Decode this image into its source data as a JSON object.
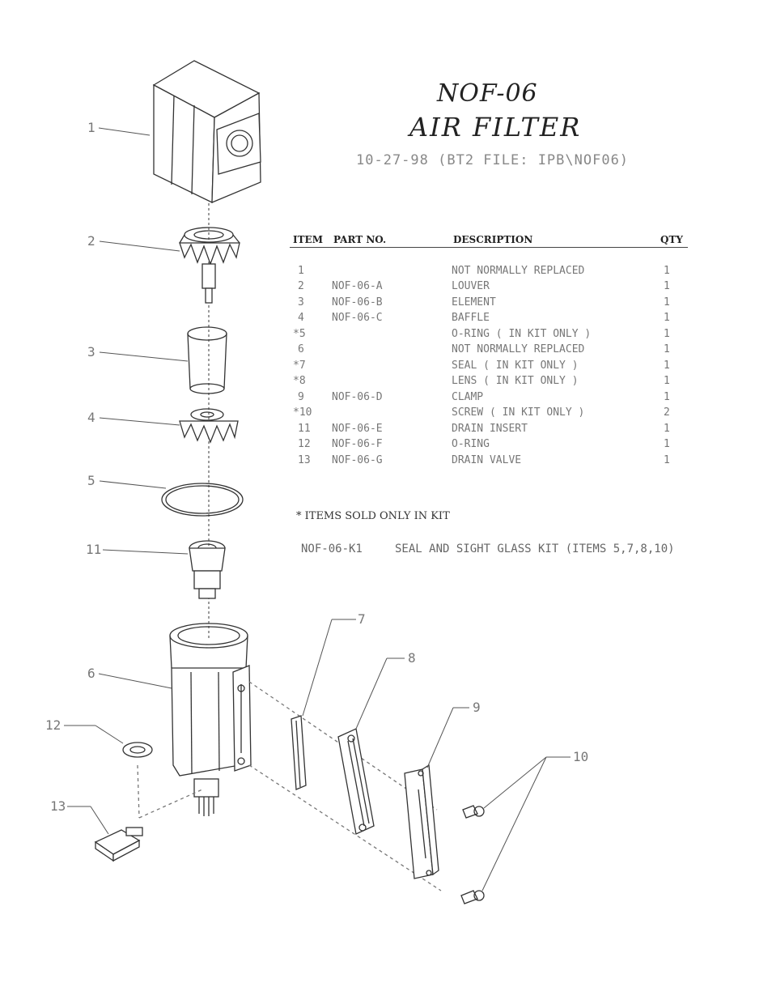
{
  "title": {
    "model": "NOF-06",
    "name": "AIR FILTER",
    "subtitle": "10-27-98  (BT2 FILE: IPB\\NOF06)"
  },
  "table": {
    "headers": {
      "item": "ITEM",
      "part": "PART NO.",
      "desc": "DESCRIPTION",
      "qty": "QTY"
    },
    "rows": [
      {
        "item": "1",
        "part": "",
        "desc": "NOT NORMALLY REPLACED",
        "qty": "1"
      },
      {
        "item": "2",
        "part": "NOF-06-A",
        "desc": "LOUVER",
        "qty": "1"
      },
      {
        "item": "3",
        "part": "NOF-06-B",
        "desc": "ELEMENT",
        "qty": "1"
      },
      {
        "item": "4",
        "part": "NOF-06-C",
        "desc": "BAFFLE",
        "qty": "1"
      },
      {
        "item": "*5",
        "part": "",
        "desc": "O-RING ( IN KIT ONLY )",
        "qty": "1"
      },
      {
        "item": "6",
        "part": "",
        "desc": "NOT NORMALLY REPLACED",
        "qty": "1"
      },
      {
        "item": "*7",
        "part": "",
        "desc": "SEAL ( IN KIT ONLY )",
        "qty": "1"
      },
      {
        "item": "*8",
        "part": "",
        "desc": "LENS ( IN KIT ONLY )",
        "qty": "1"
      },
      {
        "item": "9",
        "part": "NOF-06-D",
        "desc": "CLAMP",
        "qty": "1"
      },
      {
        "item": "*10",
        "part": "",
        "desc": "SCREW ( IN KIT ONLY )",
        "qty": "2"
      },
      {
        "item": "11",
        "part": "NOF-06-E",
        "desc": "DRAIN INSERT",
        "qty": "1"
      },
      {
        "item": "12",
        "part": "NOF-06-F",
        "desc": "O-RING",
        "qty": "1"
      },
      {
        "item": "13",
        "part": "NOF-06-G",
        "desc": "DRAIN VALVE",
        "qty": "1"
      }
    ]
  },
  "note": "* ITEMS SOLD ONLY IN KIT",
  "kit": {
    "part": "NOF-06-K1",
    "desc": "SEAL AND SIGHT GLASS KIT (ITEMS 5,7,8,10)"
  },
  "callouts": {
    "c1": "1",
    "c2": "2",
    "c3": "3",
    "c4": "4",
    "c5": "5",
    "c11": "11",
    "c6": "6",
    "c12": "12",
    "c13": "13",
    "c7": "7",
    "c8": "8",
    "c9": "9",
    "c10": "10"
  }
}
